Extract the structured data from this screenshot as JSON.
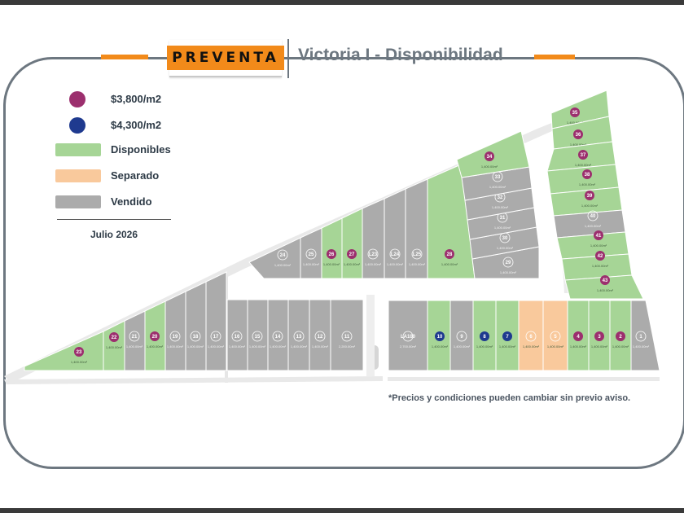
{
  "header": {
    "brand": "PREVENTA",
    "title": "Victoria I - Disponibilidad"
  },
  "legend": {
    "items": [
      {
        "label": "$3,800/m2",
        "color": "#9c2f6e",
        "kind": "dot"
      },
      {
        "label": "$4,300/m2",
        "color": "#1f3a8f",
        "kind": "dot"
      },
      {
        "label": "Disponibles",
        "color": "#a6d596",
        "kind": "bar"
      },
      {
        "label": "Separado",
        "color": "#f9c99c",
        "kind": "bar"
      },
      {
        "label": "Vendido",
        "color": "#ababab",
        "kind": "bar"
      }
    ],
    "date": "Julio 2026"
  },
  "note": "*Precios y condiciones pueden cambiar sin previo aviso.",
  "colors": {
    "available": "#a6d596",
    "reserved": "#f9c99c",
    "sold": "#ababab",
    "price_3800": "#9c2f6e",
    "price_4300": "#1f3a8f",
    "accent": "#f28a1a",
    "frame": "#6d7780"
  },
  "lots": [
    {
      "n": "1",
      "status": "sold",
      "area": "1,400.00m²"
    },
    {
      "n": "2",
      "status": "available",
      "price": "3800",
      "area": "1,400.00m²"
    },
    {
      "n": "3",
      "status": "available",
      "price": "3800",
      "area": "1,400.00m²"
    },
    {
      "n": "4",
      "status": "available",
      "price": "3800",
      "area": "1,400.00m²"
    },
    {
      "n": "5",
      "status": "reserved",
      "area": "1,400.00m²"
    },
    {
      "n": "6",
      "status": "reserved",
      "area": "1,400.00m²"
    },
    {
      "n": "7",
      "status": "available",
      "price": "4300",
      "area": "1,400.00m²"
    },
    {
      "n": "8",
      "status": "available",
      "price": "4300",
      "area": "1,400.00m²"
    },
    {
      "n": "9",
      "status": "sold",
      "area": "1,400.00m²"
    },
    {
      "n": "10",
      "status": "available",
      "price": "4300",
      "area": "1,400.00m²"
    },
    {
      "n": "LA100",
      "status": "sold",
      "area": "2,700.00m²"
    },
    {
      "n": "11",
      "status": "sold",
      "area": "2,200.00m²"
    },
    {
      "n": "12",
      "status": "sold",
      "area": "1,400.00m²"
    },
    {
      "n": "13",
      "status": "sold",
      "area": "1,400.00m²"
    },
    {
      "n": "14",
      "status": "sold",
      "area": "1,400.00m²"
    },
    {
      "n": "15",
      "status": "sold",
      "area": "1,400.00m²"
    },
    {
      "n": "16",
      "status": "sold",
      "area": "1,400.00m²"
    },
    {
      "n": "17",
      "status": "sold",
      "area": "1,400.00m²"
    },
    {
      "n": "18",
      "status": "sold",
      "area": "1,400.00m²"
    },
    {
      "n": "19",
      "status": "sold",
      "area": "1,400.00m²"
    },
    {
      "n": "20",
      "status": "available",
      "price": "3800",
      "area": "1,400.00m²"
    },
    {
      "n": "21",
      "status": "sold",
      "area": "1,400.00m²"
    },
    {
      "n": "22",
      "status": "available",
      "price": "3800",
      "area": "1,400.00m²"
    },
    {
      "n": "23",
      "status": "available",
      "price": "3800",
      "area": "1,400.00m²"
    },
    {
      "n": "24",
      "status": "sold",
      "area": "1,400.00m²"
    },
    {
      "n": "25",
      "status": "sold",
      "area": "1,400.00m²"
    },
    {
      "n": "26",
      "status": "available",
      "price": "3800",
      "area": "1,400.00m²"
    },
    {
      "n": "27",
      "status": "available",
      "price": "3800",
      "area": "1,400.00m²"
    },
    {
      "n": "L23",
      "status": "sold",
      "area": "1,400.00m²"
    },
    {
      "n": "L24",
      "status": "sold",
      "area": "1,400.00m²"
    },
    {
      "n": "L25",
      "status": "sold",
      "area": "1,400.00m²"
    },
    {
      "n": "28",
      "status": "available",
      "price": "3800",
      "area": "1,400.00m²"
    },
    {
      "n": "29",
      "status": "sold",
      "area": "1,400.00m²"
    },
    {
      "n": "30",
      "status": "sold",
      "area": "1,400.00m²"
    },
    {
      "n": "31",
      "status": "sold",
      "area": "1,400.00m²"
    },
    {
      "n": "32",
      "status": "sold",
      "area": "1,400.00m²"
    },
    {
      "n": "33",
      "status": "sold",
      "area": "1,400.00m²"
    },
    {
      "n": "34",
      "status": "available",
      "price": "3800",
      "area": "1,400.00m²"
    },
    {
      "n": "35",
      "status": "available",
      "price": "3800",
      "area": "1,400.00m²"
    },
    {
      "n": "36",
      "status": "available",
      "price": "3800",
      "area": "1,400.00m²"
    },
    {
      "n": "37",
      "status": "available",
      "price": "3800",
      "area": "1,400.00m²"
    },
    {
      "n": "38",
      "status": "available",
      "price": "3800",
      "area": "1,400.00m²"
    },
    {
      "n": "39",
      "status": "available",
      "price": "3800",
      "area": "1,400.00m²"
    },
    {
      "n": "40",
      "status": "sold",
      "area": "1,400.00m²"
    },
    {
      "n": "41",
      "status": "available",
      "price": "3800",
      "area": "1,400.00m²"
    },
    {
      "n": "42",
      "status": "available",
      "price": "3800",
      "area": "1,400.00m²"
    },
    {
      "n": "43",
      "status": "available",
      "price": "3800",
      "area": "1,400.00m²"
    }
  ]
}
